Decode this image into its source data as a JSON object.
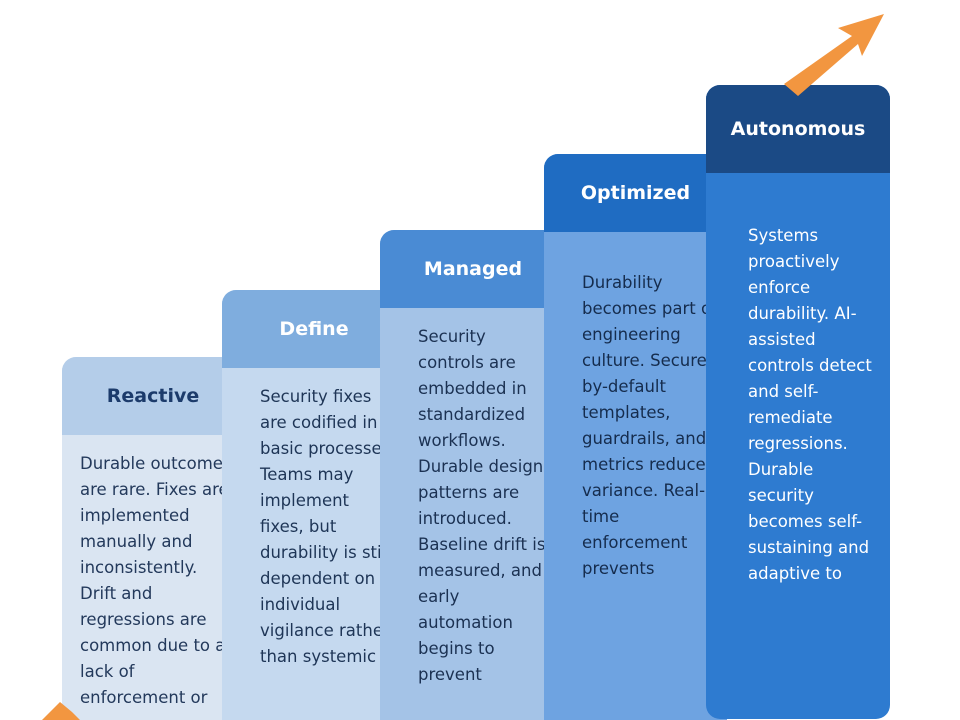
{
  "colors": {
    "arrow": "#f29640",
    "step1_header": "#b4cde9",
    "step2_header": "#7fadde",
    "step3_header": "#4a8bd4",
    "step4_header": "#1f6cc2",
    "step5_header": "#1b4a85"
  },
  "steps": [
    {
      "title": "Reactive",
      "text": "Durable outcomes are rare. Fixes are implemented manually and inconsistently. Drift and regressions are common due to a lack of enforcement or"
    },
    {
      "title": "Define",
      "text": "Security fixes are codified in basic processes. Teams may implement fixes, but durability is still dependent on individual vigilance rather than systemic"
    },
    {
      "title": "Managed",
      "text": "Security controls are embedded in standardized workflows. Durable design patterns are introduced. Baseline drift is measured, and early automation begins to prevent"
    },
    {
      "title": "Optimized",
      "text": "Durability becomes part of engineering culture. Secure-by-default templates, guardrails, and metrics reduce variance. Real-time enforcement prevents"
    },
    {
      "title": "Autonomous",
      "text": "Systems proactively enforce durability. AI-assisted controls detect and self-remediate regressions. Durable security becomes self-sustaining and adaptive to"
    }
  ]
}
